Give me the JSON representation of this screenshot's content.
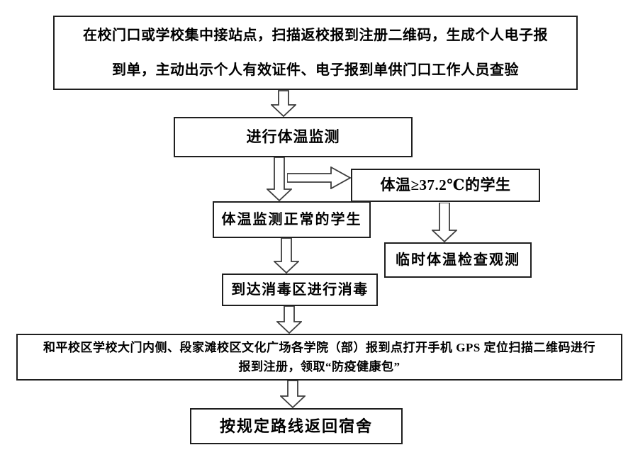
{
  "page": {
    "background": "#ffffff"
  },
  "flowchart": {
    "type": "flowchart",
    "nodes": {
      "arrival": {
        "line1": "在校门口或学校集中接站点，扫描返校报到注册二维码，生成个人电子报",
        "line2": "到单，主动出示个人有效证件、电子报到单供门口工作人员查验"
      },
      "temp_check": {
        "label": "进行体温监测"
      },
      "fever": {
        "label": "体温≥37.2℃的学生"
      },
      "normal": {
        "label": "体温监测正常的学生"
      },
      "observation": {
        "label": "临时体温检查观测"
      },
      "disinfect": {
        "label": "到达消毒区进行消毒"
      },
      "register": {
        "line1": "和平校区学校大门内侧、段家滩校区文化广场各学院（部）报到点打开手机 GPS 定位扫描二维码进行",
        "line2": "报到注册，领取“防疫健康包”"
      },
      "dorm": {
        "label": "按规定路线返回宿舍"
      }
    },
    "connectors": [
      {
        "from": "arrival",
        "to": "temp_check",
        "direction": "down"
      },
      {
        "from": "temp_check",
        "to": "normal",
        "direction": "down"
      },
      {
        "from": "temp_check",
        "to": "fever",
        "direction": "right"
      },
      {
        "from": "fever",
        "to": "observation",
        "direction": "down"
      },
      {
        "from": "normal",
        "to": "disinfect",
        "direction": "down"
      },
      {
        "from": "disinfect",
        "to": "register",
        "direction": "down"
      },
      {
        "from": "register",
        "to": "dorm",
        "direction": "down"
      }
    ],
    "colors": {
      "box_border": "#1f1f1f",
      "box_fill": "#ffffff",
      "arrow_outline": "#3c3c3c",
      "arrow_fill": "#ffffff",
      "text": "#000000"
    }
  }
}
